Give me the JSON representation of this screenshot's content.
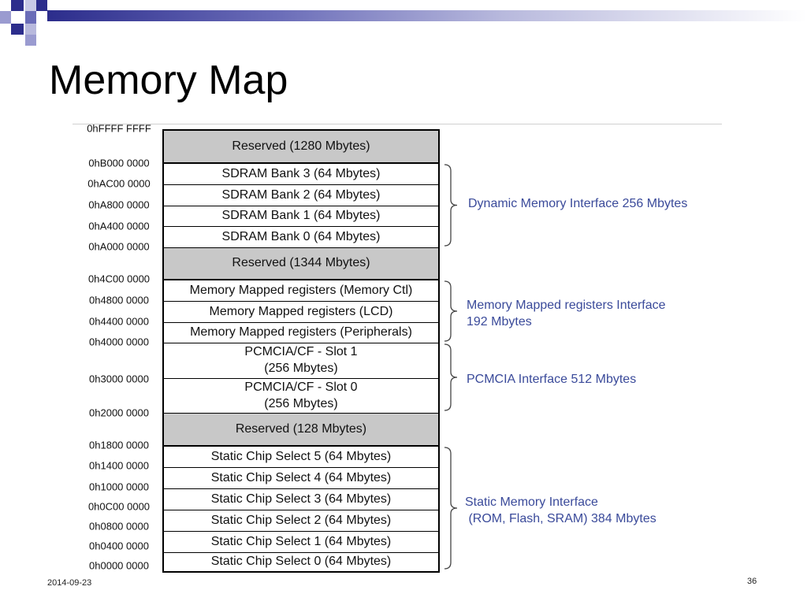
{
  "title": "Memory Map",
  "addresses": [
    "0hFFFF FFFF",
    "0hB000 0000",
    "0hAC00 0000",
    "0hA800 0000",
    "0hA400 0000",
    "0hA000 0000",
    "0h4C00 0000",
    "0h4800 0000",
    "0h4400 0000",
    "0h4000 0000",
    "0h3000 0000",
    "0h2000 0000",
    "0h1800 0000",
    "0h1400 0000",
    "0h1000 0000",
    "0h0C00 0000",
    "0h0800 0000",
    "0h0400 0000",
    "0h0000 0000"
  ],
  "blocks": [
    {
      "label": "Reserved (1280 Mbytes)",
      "reserved": true
    },
    {
      "label": "SDRAM Bank 3 (64 Mbytes)"
    },
    {
      "label": "SDRAM Bank 2 (64 Mbytes)"
    },
    {
      "label": "SDRAM Bank 1 (64 Mbytes)"
    },
    {
      "label": "SDRAM Bank 0 (64 Mbytes)"
    },
    {
      "label": "Reserved (1344 Mbytes)",
      "reserved": true
    },
    {
      "label": "Memory Mapped registers (Memory Ctl)"
    },
    {
      "label": "Memory Mapped registers (LCD)"
    },
    {
      "label": "Memory Mapped registers (Peripherals)"
    },
    {
      "label": "PCMCIA/CF - Slot 1\n(256 Mbytes)"
    },
    {
      "label": "PCMCIA/CF - Slot 0\n(256 Mbytes)"
    },
    {
      "label": "Reserved (128 Mbytes)",
      "reserved": true
    },
    {
      "label": "Static Chip Select 5 (64 Mbytes)"
    },
    {
      "label": "Static Chip Select 4 (64 Mbytes)"
    },
    {
      "label": "Static Chip Select 3 (64 Mbytes)"
    },
    {
      "label": "Static Chip Select 2 (64 Mbytes)"
    },
    {
      "label": "Static Chip Select 1 (64 Mbytes)"
    },
    {
      "label": "Static Chip Select 0 (64 Mbytes)"
    }
  ],
  "interfaces": [
    {
      "label": "Dynamic Memory Interface 256 Mbytes"
    },
    {
      "label": "Memory Mapped registers Interface\n192 Mbytes"
    },
    {
      "label": "PCMCIA Interface 512 Mbytes"
    },
    {
      "label": "Static Memory Interface\n (ROM, Flash, SRAM) 384 Mbytes"
    }
  ],
  "colors": {
    "reserved_fill": "#c8c8c8",
    "interface_text": "#3a4a9a",
    "header_bar": "#2c2d8c"
  },
  "footer": {
    "date": "2014-09-23",
    "page": "36"
  }
}
